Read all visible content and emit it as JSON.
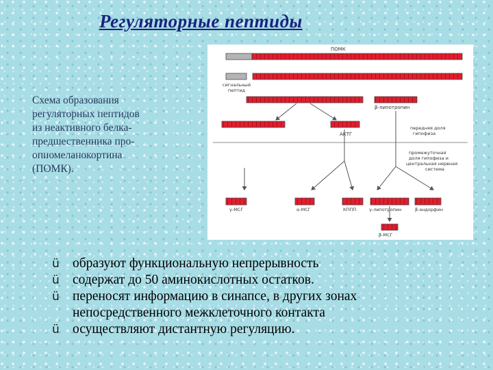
{
  "title": "Регуляторные пептиды",
  "caption_lines": [
    "Схема образования",
    "регуляторных пептидов",
    "из неактивного белка-",
    "предшественника про-",
    "опиомеланокортина",
    "(ПОМК)."
  ],
  "diagram": {
    "labels": {
      "pomc": "ПОМК",
      "signal_peptide_line1": "сигнальный",
      "signal_peptide_line2": "пептид",
      "beta_lipotropin": "β-липотропин",
      "acth": "АКТГ",
      "anterior_lobe_line1": "передняя доля",
      "anterior_lobe_line2": "гипофиза",
      "intermediate_line1": "промежуточная",
      "intermediate_line2": "доля гипофиза и",
      "intermediate_line3": "центральная нервная",
      "intermediate_line4": "система",
      "gamma_msh": "γ-МСГ",
      "alpha_msh": "α-МСГ",
      "clip": "КППП",
      "gamma_lipotropin": "γ-липотропин",
      "beta_endorphin": "β-эндорфин",
      "beta_msh": "β-МСГ"
    },
    "colors": {
      "segment_red": "#e01e2e",
      "segment_gray": "#b4b4b4",
      "outline": "#4a4a4a",
      "arrow": "#555555"
    }
  },
  "bullets": [
    {
      "check": "ü",
      "lines": [
        "образуют функциональную непрерывность"
      ]
    },
    {
      "check": "ü",
      "lines": [
        "содержат до 50 аминокислотных остатков."
      ]
    },
    {
      "check": "ü",
      "lines": [
        "переносят информацию в синапсе, в других зонах",
        "непосредственного межклеточного контакта"
      ]
    },
    {
      "check": "ü",
      "lines": [
        "осуществляют дистантную регуляцию."
      ]
    }
  ]
}
